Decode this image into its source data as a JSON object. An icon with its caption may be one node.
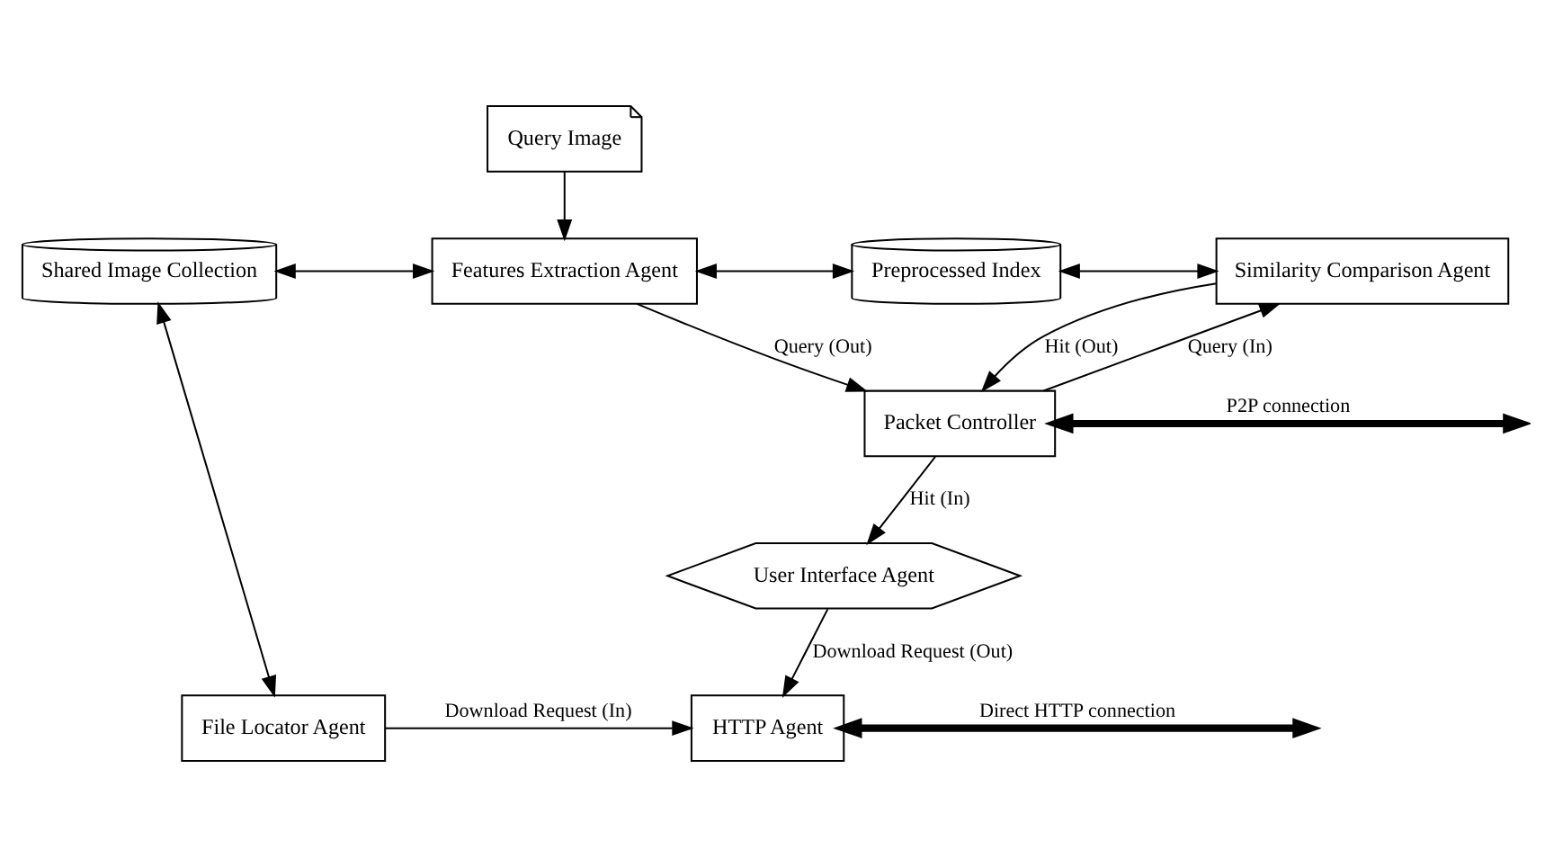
{
  "diagram": {
    "nodes": [
      {
        "text": [
          "Query Image"
        ]
      },
      {
        "text": [
          "Shared Image Collection"
        ]
      },
      {
        "text": [
          "Features Extraction Agent"
        ]
      },
      {
        "text": [
          "Preprocessed Index"
        ]
      },
      {
        "text": [
          "Similarity Comparison Agent"
        ]
      },
      {
        "text": [
          "Packet Controller"
        ]
      },
      {
        "text": [
          "User Interface Agent"
        ]
      },
      {
        "text": [
          "File Locator Agent"
        ]
      },
      {
        "text": [
          "HTTP Agent"
        ]
      }
    ],
    "edges": [
      {
        "from": 0,
        "to": 2,
        "arrow": "to"
      },
      {
        "from": 1,
        "to": 2,
        "arrow": "both"
      },
      {
        "from": 2,
        "to": 3,
        "arrow": "both"
      },
      {
        "from": 3,
        "to": 4,
        "arrow": "both"
      },
      {
        "from": 5,
        "to": 4,
        "arrow": "to",
        "label": "Query (In)"
      },
      {
        "from": 4,
        "to": 5,
        "arrow": "to",
        "label": "Hit (Out)"
      },
      {
        "from": 2,
        "to": 5,
        "arrow": "to",
        "label": "Query (Out)"
      },
      {
        "from": 7,
        "to": 1,
        "arrow": "both"
      },
      {
        "from": 5,
        "to": 6,
        "arrow": "to",
        "label": "Hit (In)"
      },
      {
        "from": 6,
        "to": 8,
        "arrow": "to",
        "label": "Download Request (Out)"
      },
      {
        "from": 7,
        "to": 8,
        "arrow": "to",
        "label": "Download Request (In)"
      },
      {
        "from": 5,
        "to": null,
        "arrow": "both",
        "style": "thick",
        "label": "P2P connection"
      },
      {
        "from": 8,
        "to": null,
        "arrow": "both",
        "style": "thick",
        "label": "Direct HTTP connection"
      }
    ]
  }
}
